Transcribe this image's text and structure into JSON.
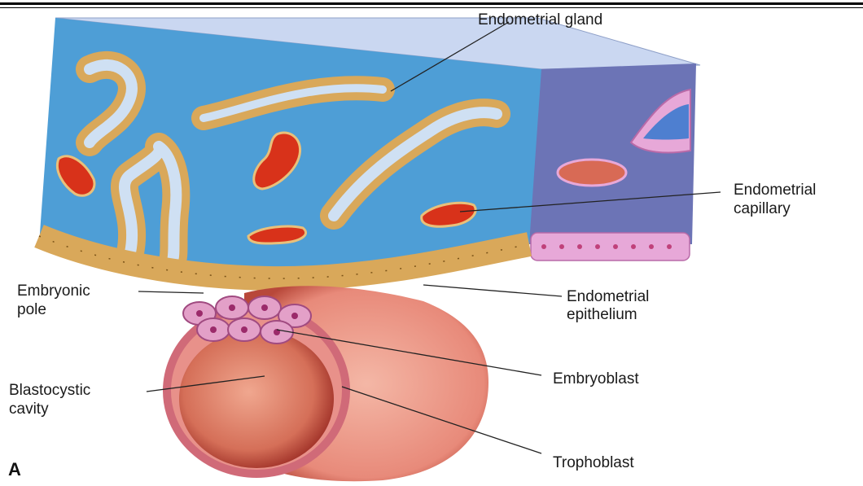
{
  "labels": {
    "endometrial_gland": "Endometrial gland",
    "endometrial_capillary_1": "Endometrial",
    "endometrial_capillary_2": "capillary",
    "embryonic_pole_1": "Embryonic",
    "embryonic_pole_2": "pole",
    "endometrial_epithelium_1": "Endometrial",
    "endometrial_epithelium_2": "epithelium",
    "blastocystic_cavity_1": "Blastocystic",
    "blastocystic_cavity_2": "cavity",
    "embryoblast": "Embryoblast",
    "trophoblast": "Trophoblast"
  },
  "panel_letter": "A",
  "colors": {
    "stroma_front": "#4f9fd6",
    "stroma_top": "#c9d8f2",
    "stroma_side": "#6f77b8",
    "gland_wall": "#d9a85a",
    "gland_lumen": "#cfe0f3",
    "capillary": "#d8321a",
    "trophoblast": "#e8988a",
    "blastocyst_cavity": "#d9735f",
    "epithelium_side": "#e6a6d6"
  }
}
